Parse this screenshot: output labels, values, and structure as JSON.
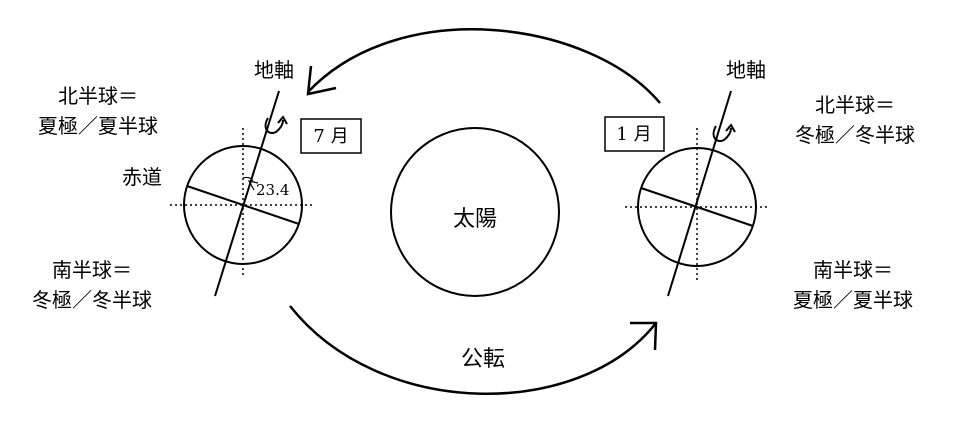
{
  "sun": {
    "label": "太陽"
  },
  "revolution": {
    "label": "公転"
  },
  "left_earth": {
    "axis_label": "地軸",
    "month": "7 月",
    "equator_label": "赤道",
    "tilt_label": "23.4",
    "north_line1": "北半球＝",
    "north_line2": "夏極／夏半球",
    "south_line1": "南半球＝",
    "south_line2": "冬極／冬半球"
  },
  "right_earth": {
    "axis_label": "地軸",
    "month": "1 月",
    "north_line1": "北半球＝",
    "north_line2": "冬極／冬半球",
    "south_line1": "南半球＝",
    "south_line2": "夏極／夏半球"
  }
}
